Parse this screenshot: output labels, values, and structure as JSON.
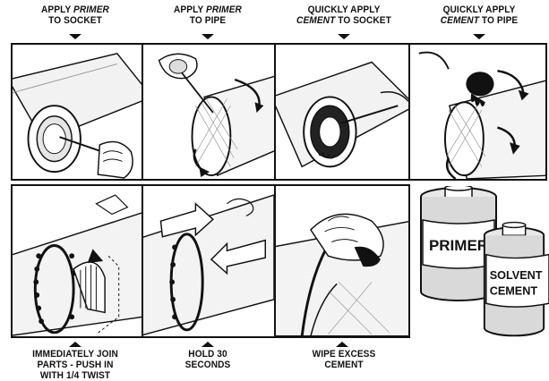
{
  "top_steps": [
    {
      "line1_pre": "APPLY ",
      "line1_em": "PRIMER",
      "line1_post": "",
      "line2_em": "",
      "line2_post": "TO SOCKET"
    },
    {
      "line1_pre": "APPLY ",
      "line1_em": "PRIMER",
      "line1_post": "",
      "line2_em": "",
      "line2_post": "TO PIPE"
    },
    {
      "line1_pre": "QUICKLY APPLY",
      "line1_em": "",
      "line1_post": "",
      "line2_em": "CEMENT",
      "line2_post": " TO SOCKET"
    },
    {
      "line1_pre": "QUICKLY APPLY",
      "line1_em": "",
      "line1_post": "",
      "line2_em": "CEMENT",
      "line2_post": " TO PIPE"
    }
  ],
  "bottom_steps": [
    {
      "lines": [
        "IMMEDIATELY JOIN",
        "PARTS - PUSH IN",
        "WITH 1/4 TWIST"
      ]
    },
    {
      "lines": [
        "HOLD 30",
        "SECONDS"
      ]
    },
    {
      "lines": [
        "WIPE EXCESS",
        "CEMENT"
      ]
    }
  ],
  "cans": {
    "primer_label": "PRIMER",
    "solvent_label_line1": "SOLVENT",
    "solvent_label_line2": "CEMENT"
  },
  "colors": {
    "ink": "#111111",
    "paper": "#ffffff",
    "can_shade": "#d9d9d9"
  }
}
